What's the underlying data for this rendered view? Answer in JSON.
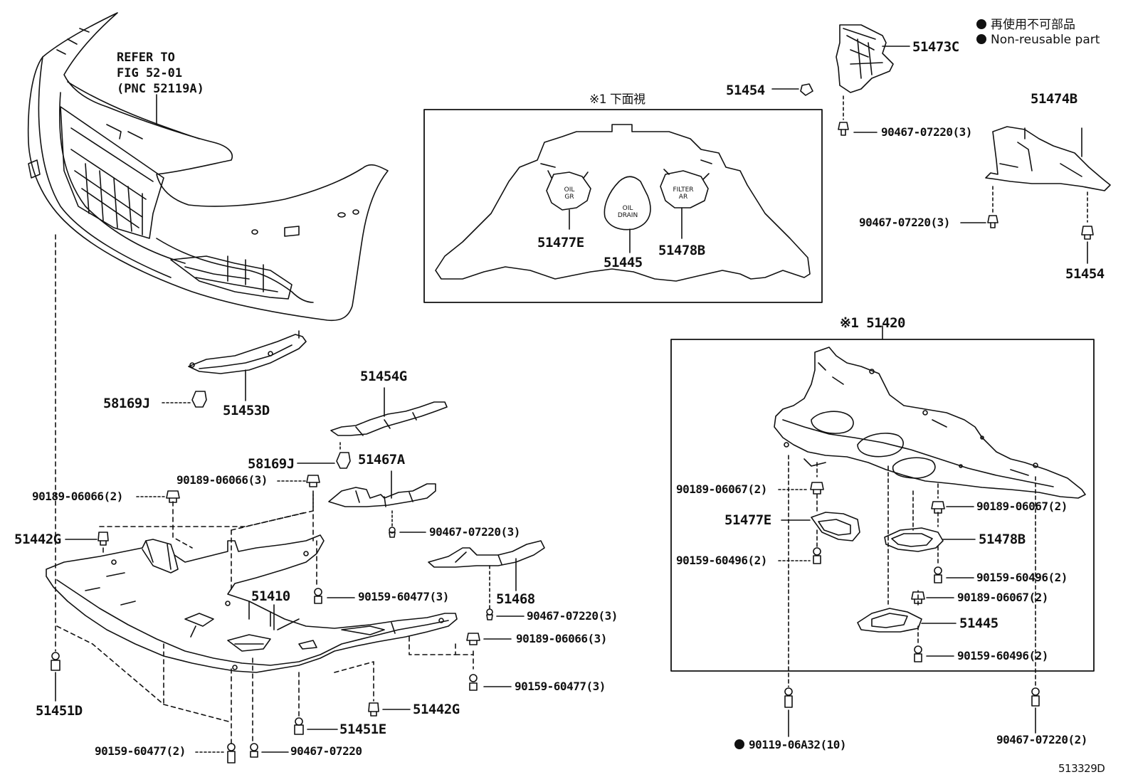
{
  "legend": {
    "line1": "再使用不可部品",
    "line2": "Non-reusable part"
  },
  "refer": {
    "line1": "REFER TO",
    "line2": "FIG 52-01",
    "line3": "(PNC 52119A)"
  },
  "detail_box": {
    "title": "※1 下面視",
    "disc_labels": {
      "oil_gr": [
        "OIL",
        "GR"
      ],
      "oil_drain": [
        "OIL",
        "DRAIN"
      ],
      "filter_ar": [
        "FILTER",
        "AR"
      ]
    },
    "parts": [
      "51477E",
      "51445",
      "51478B"
    ]
  },
  "assembly_box": {
    "title": "※1 51420"
  },
  "labels": {
    "p51473C": "51473C",
    "p51454_top": "51454",
    "p90467_top": "90467-07220(3)",
    "p51474B": "51474B",
    "p90467_mid": "90467-07220(3)",
    "p51454_right": "51454",
    "p58169J_a": "58169J",
    "p51453D": "51453D",
    "p51454G": "51454G",
    "p58169J_b": "58169J",
    "p51467A": "51467A",
    "p90189_06066_3a": "90189-06066(3)",
    "p90189_06066_2": "90189-06066(2)",
    "p51442G_l": "51442G",
    "p90467_51467": "90467-07220(3)",
    "p90159_60477_3a": "90159-60477(3)",
    "p51410": "51410",
    "p51468": "51468",
    "p90467_51468": "90467-07220(3)",
    "p90189_06066_3b": "90189-06066(3)",
    "p90159_60477_3b": "90159-60477(3)",
    "p51451D": "51451D",
    "p51442G_r": "51442G",
    "p51451E": "51451E",
    "p90159_60477_2": "90159-60477(2)",
    "p90467_bottom": "90467-07220",
    "p90189_06067_l": "90189-06067(2)",
    "p51477E": "51477E",
    "p90159_60496_l": "90159-60496(2)",
    "p90189_06067_r1": "90189-06067(2)",
    "p51478B": "51478B",
    "p90159_60496_r1": "90159-60496(2)",
    "p90189_06067_r2": "90189-06067(2)",
    "p51445": "51445",
    "p90159_60496_r2": "90159-60496(2)",
    "p90119": "90119-06A32(10)",
    "p90467_br": "90467-07220(2)",
    "diagram_id": "513329D"
  }
}
